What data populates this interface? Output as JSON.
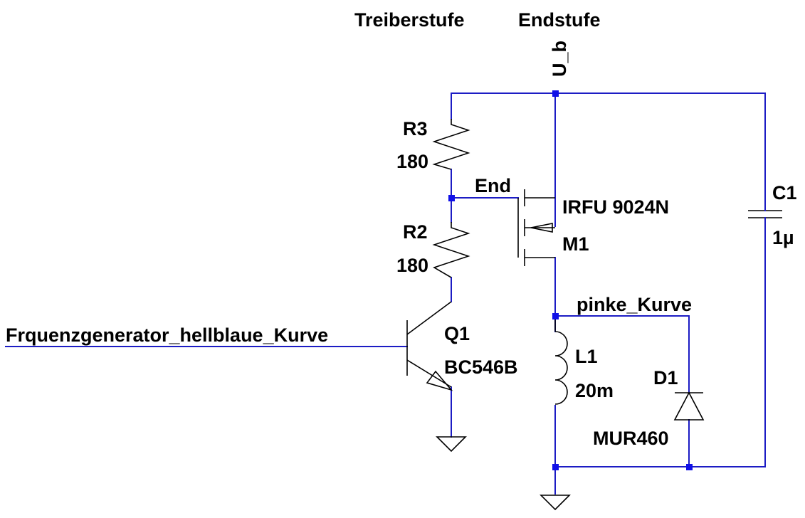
{
  "headers": {
    "treiberstufe": "Treiberstufe",
    "endstufe": "Endstufe"
  },
  "nets": {
    "supply": "U_b",
    "end": "End",
    "pinke": "pinke_Kurve",
    "input": "Frquenzgenerator_hellblaue_Kurve"
  },
  "components": {
    "R3": {
      "ref": "R3",
      "value": "180"
    },
    "R2": {
      "ref": "R2",
      "value": "180"
    },
    "M1": {
      "ref": "M1",
      "value": "IRFU 9024N"
    },
    "Q1": {
      "ref": "Q1",
      "value": "BC546B"
    },
    "L1": {
      "ref": "L1",
      "value": "20m"
    },
    "D1": {
      "ref": "D1",
      "value": "MUR460"
    },
    "C1": {
      "ref": "C1",
      "value": "1µ"
    }
  },
  "colors": {
    "wire": "#1c1cc4",
    "junction": "#1010e8",
    "component": "#000000",
    "background": "#ffffff"
  }
}
